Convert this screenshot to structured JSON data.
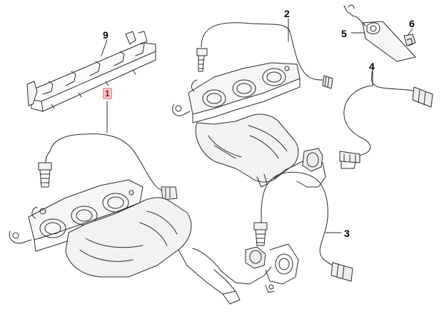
{
  "diagram": {
    "callouts": {
      "c1": "1",
      "c2": "2",
      "c3": "3",
      "c4": "4",
      "c5": "5",
      "c6": "6",
      "c9": "9"
    },
    "colors": {
      "line": "#2a2a2a",
      "highlight_text": "#8b0a14",
      "highlight_bg": "#f6c6cc"
    }
  }
}
